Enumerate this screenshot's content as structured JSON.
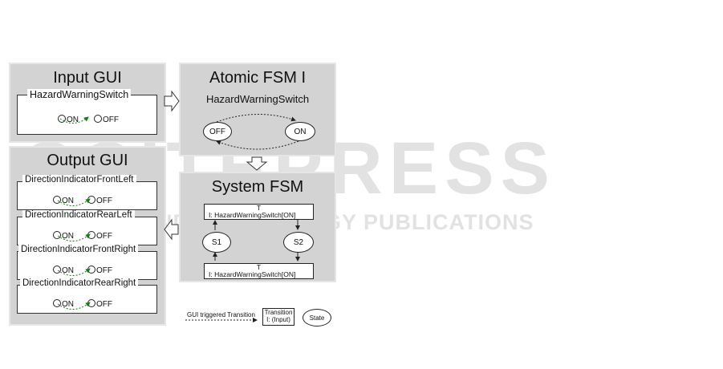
{
  "watermark": {
    "big": "SCITEPRESS",
    "small": "SCIENCE AND TECHNOLOGY PUBLICATIONS"
  },
  "input_gui": {
    "title": "Input GUI",
    "switch_label": "HazardWarningSwitch",
    "on": "ON",
    "off": "OFF"
  },
  "atomic_fsm": {
    "title": "Atomic FSM I",
    "subtitle": "HazardWarningSwitch",
    "state_off": "OFF",
    "state_on": "ON"
  },
  "output_gui": {
    "title": "Output GUI",
    "items": [
      {
        "label": "DirectionIndicatorFrontLeft",
        "on": "ON",
        "off": "OFF"
      },
      {
        "label": "DirectionIndicatorRearLeft",
        "on": "ON",
        "off": "OFF"
      },
      {
        "label": "DirectionIndicatorFrontRight",
        "on": "ON",
        "off": "OFF"
      },
      {
        "label": "DirectionIndicatorRearRight",
        "on": "ON",
        "off": "OFF"
      }
    ]
  },
  "system_fsm": {
    "title": "System FSM",
    "top_transition": {
      "t": "T",
      "input": "I:  HazardWarningSwitch[ON]"
    },
    "bottom_transition": {
      "t": "T",
      "input": "I:  HazardWarningSwitch[ON]"
    },
    "state_s1": "S1",
    "state_s2": "S2"
  },
  "legend": {
    "gui_transition": "GUI triggered Transition",
    "transition_line1": "Transition",
    "transition_line2": "I: (Input)",
    "state": "State"
  }
}
